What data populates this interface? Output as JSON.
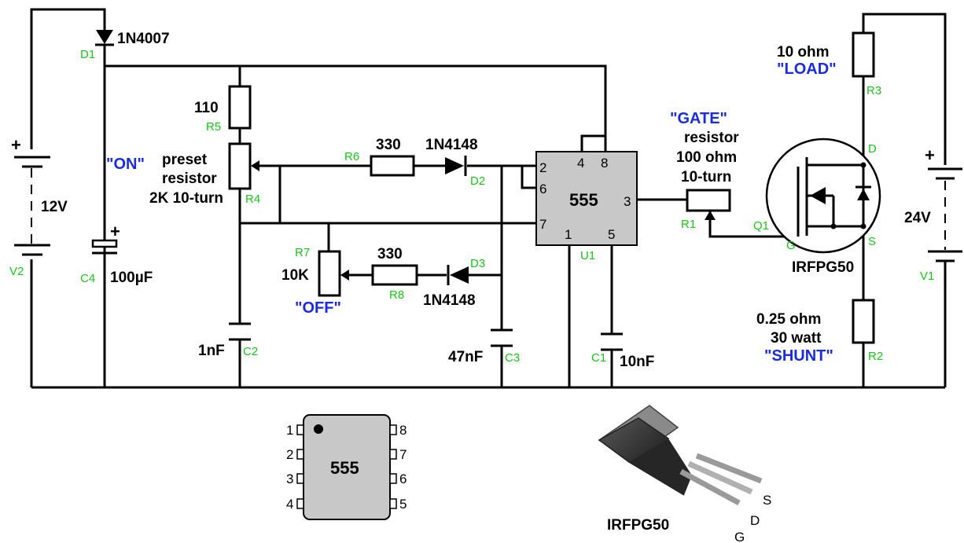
{
  "components": {
    "d1": {
      "designator": "D1",
      "value": "1N4007"
    },
    "r5": {
      "designator": "R5",
      "value": "110"
    },
    "r4": {
      "designator": "R4",
      "tag": "\"ON\"",
      "line1": "preset",
      "line2": "resistor",
      "line3": "2K 10-turn"
    },
    "r6": {
      "designator": "R6",
      "value": "330"
    },
    "d2": {
      "designator": "D2",
      "value": "1N4148"
    },
    "r7": {
      "designator": "R7",
      "value": "10K",
      "tag": "\"OFF\""
    },
    "r8": {
      "designator": "R8",
      "value": "330"
    },
    "d3": {
      "designator": "D3",
      "value": "1N4148"
    },
    "c2": {
      "designator": "C2",
      "value": "1nF"
    },
    "c3": {
      "designator": "C3",
      "value": "47nF"
    },
    "c1": {
      "designator": "C1",
      "value": "10nF"
    },
    "c4": {
      "designator": "C4",
      "value": "100µF"
    },
    "v2": {
      "designator": "V2",
      "value": "12V"
    },
    "v1": {
      "designator": "V1",
      "value": "24V"
    },
    "u1": {
      "designator": "U1",
      "value": "555"
    },
    "r1": {
      "designator": "R1",
      "tag": "\"GATE\"",
      "line1": "resistor",
      "line2": "100 ohm",
      "line3": "10-turn"
    },
    "r3": {
      "designator": "R3",
      "value": "10 ohm",
      "tag": "\"LOAD\""
    },
    "r2": {
      "designator": "R2",
      "line1": "0.25 ohm",
      "line2": "30 watt",
      "tag": "\"SHUNT\""
    },
    "q1": {
      "designator": "Q1",
      "value": "IRFPG50",
      "pin_g": "G",
      "pin_d": "D",
      "pin_s": "S"
    }
  },
  "u1_pins": {
    "p2": "2",
    "p6": "6",
    "p7": "7",
    "p4": "4",
    "p8": "8",
    "p1": "1",
    "p5": "5",
    "p3": "3"
  },
  "battery_plus": "+",
  "ic_pinout": {
    "label": "555",
    "left": [
      "1",
      "2",
      "3",
      "4"
    ],
    "right": [
      "8",
      "7",
      "6",
      "5"
    ]
  },
  "mosfet_package": {
    "label": "IRFPG50",
    "pins": {
      "s": "S",
      "d": "D",
      "g": "G"
    }
  },
  "colors": {
    "wire": "#000000",
    "designator": "#19c419",
    "tag": "#1a2be0",
    "ic_body": "#c8c8c8"
  }
}
